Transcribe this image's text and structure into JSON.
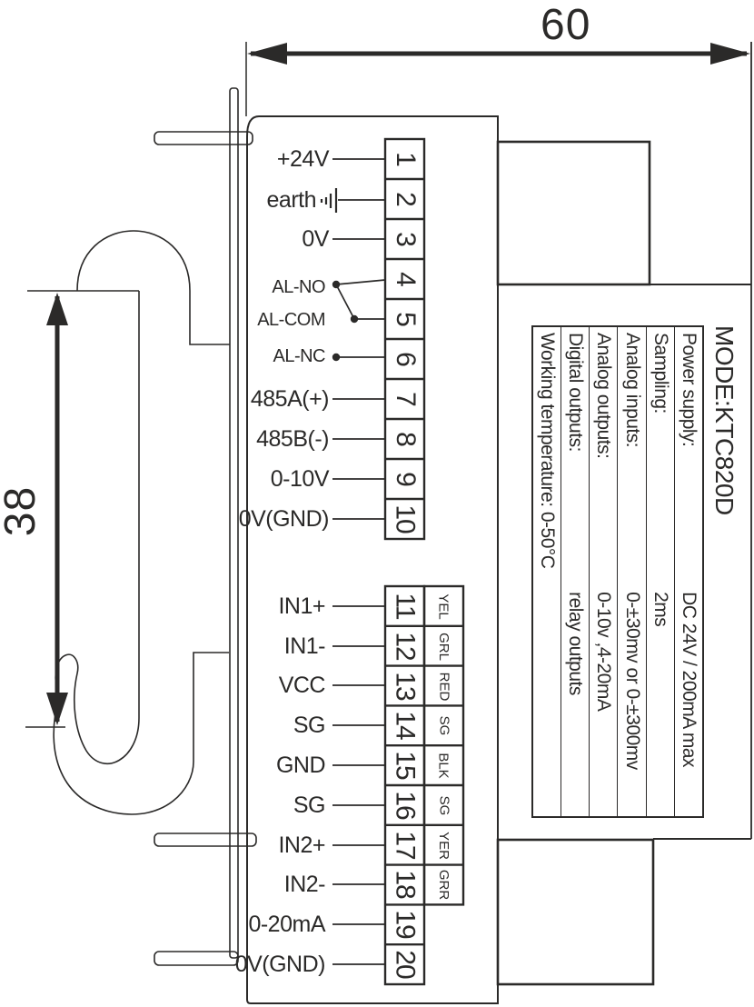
{
  "page": {
    "ink": "#2b2a29",
    "background": "#ffffff"
  },
  "dimensions": {
    "width": "60",
    "height": "38"
  },
  "terminals_top": [
    {
      "num": "1",
      "label": "+24V"
    },
    {
      "num": "2",
      "label": "earth"
    },
    {
      "num": "3",
      "label": "0V"
    },
    {
      "num": "4",
      "label": "AL-NO"
    },
    {
      "num": "5",
      "label": "AL-COM"
    },
    {
      "num": "6",
      "label": "AL-NC"
    },
    {
      "num": "7",
      "label": "485A(+)"
    },
    {
      "num": "8",
      "label": "485B(-)"
    },
    {
      "num": "9",
      "label": "0-10V"
    },
    {
      "num": "10",
      "label": "0V(GND)"
    }
  ],
  "terminals_bottom": [
    {
      "num": "11",
      "label": "IN1+",
      "color": "YEL"
    },
    {
      "num": "12",
      "label": "IN1-",
      "color": "GRL"
    },
    {
      "num": "13",
      "label": "VCC",
      "color": "RED"
    },
    {
      "num": "14",
      "label": "SG",
      "color": "SG"
    },
    {
      "num": "15",
      "label": "GND",
      "color": "BLK"
    },
    {
      "num": "16",
      "label": "SG",
      "color": "SG"
    },
    {
      "num": "17",
      "label": "IN2+",
      "color": "YER"
    },
    {
      "num": "18",
      "label": "IN2-",
      "color": "GRR"
    },
    {
      "num": "19",
      "label": "0-20mA"
    },
    {
      "num": "20",
      "label": "0V(GND)"
    }
  ],
  "spec_table": {
    "title": "MODE:KTC820D",
    "rows": [
      {
        "label": "Power supply:",
        "value": "DC 24V / 200mA max"
      },
      {
        "label": "Sampling:",
        "value": "2ms"
      },
      {
        "label": "Analog inputs:",
        "value": "0-±30mv or 0-±300mv"
      },
      {
        "label": "Analog outputs:",
        "value": "0-10v ,4-20mA"
      },
      {
        "label": "Digital outputs:",
        "value": "relay outputs"
      },
      {
        "label": "Working temperature: 0-50°C",
        "value": ""
      }
    ]
  }
}
